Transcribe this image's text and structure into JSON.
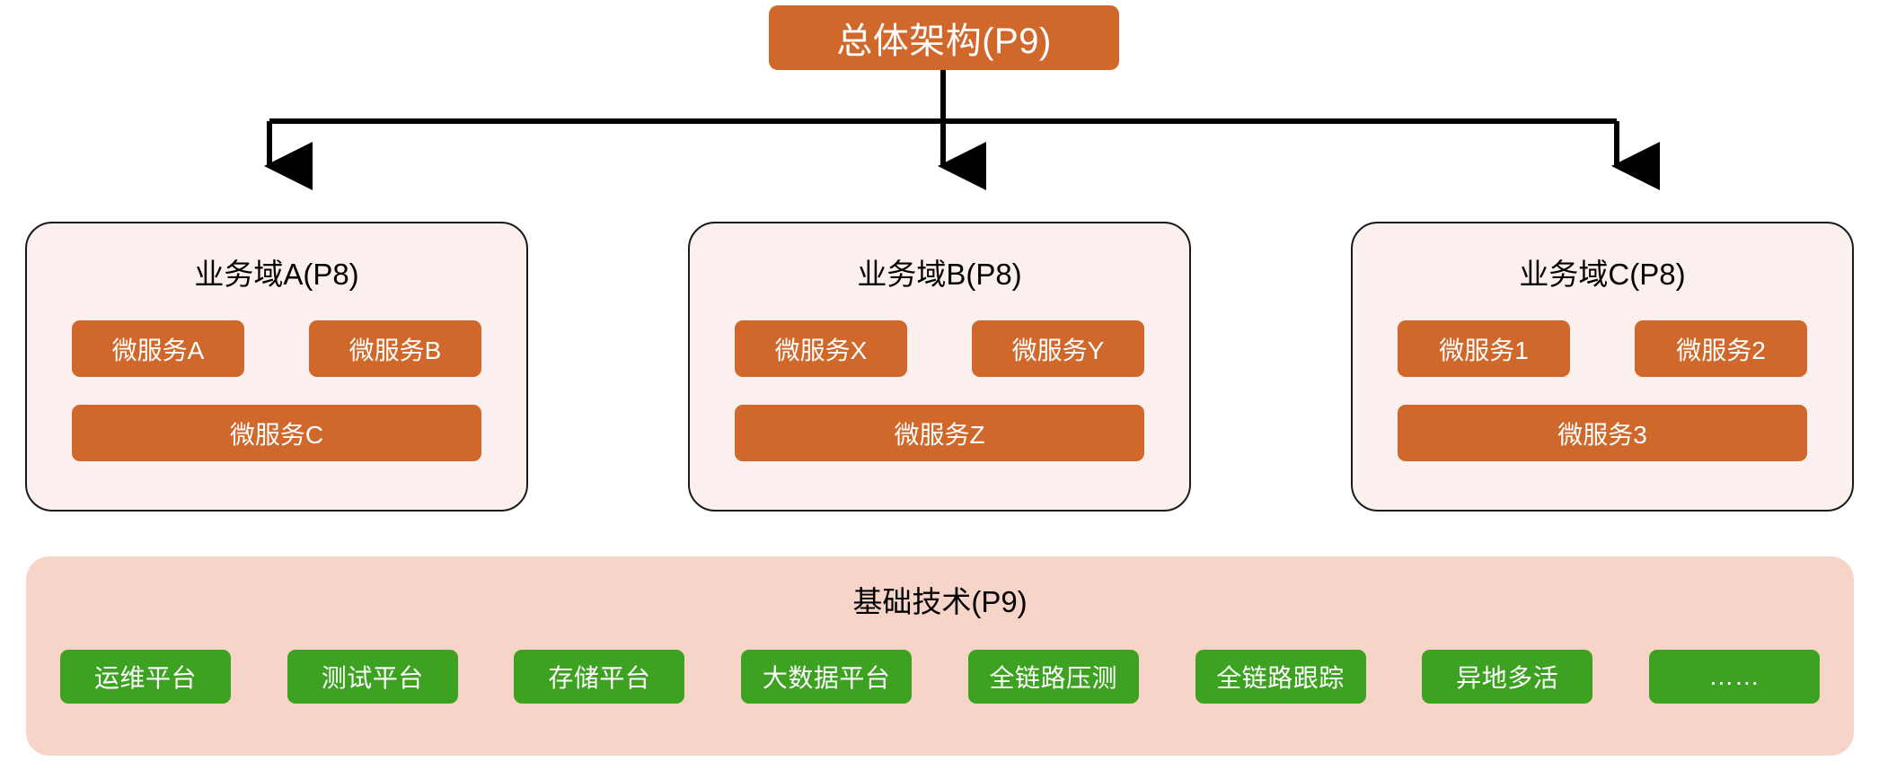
{
  "diagram": {
    "root": {
      "label": "总体架构(P9)"
    },
    "domains": [
      {
        "title": "业务域A(P8)",
        "services_top": [
          "微服务A",
          "微服务B"
        ],
        "services_bottom": [
          "微服务C"
        ]
      },
      {
        "title": "业务域B(P8)",
        "services_top": [
          "微服务X",
          "微服务Y"
        ],
        "services_bottom": [
          "微服务Z"
        ]
      },
      {
        "title": "业务域C(P8)",
        "services_top": [
          "微服务1",
          "微服务2"
        ],
        "services_bottom": [
          "微服务3"
        ]
      }
    ],
    "foundation": {
      "title": "基础技术(P9)",
      "platforms": [
        "运维平台",
        "测试平台",
        "存储平台",
        "大数据平台",
        "全链路压测",
        "全链路跟踪",
        "异地多活",
        "……"
      ]
    },
    "colors": {
      "accent_orange": "#d1682b",
      "accent_green": "#3da221",
      "domain_fill": "#fbf0ed",
      "foundation_fill": "#f7d4c8",
      "connector": "#000000",
      "text_light": "#ffffff",
      "text_dark": "#000000"
    }
  }
}
